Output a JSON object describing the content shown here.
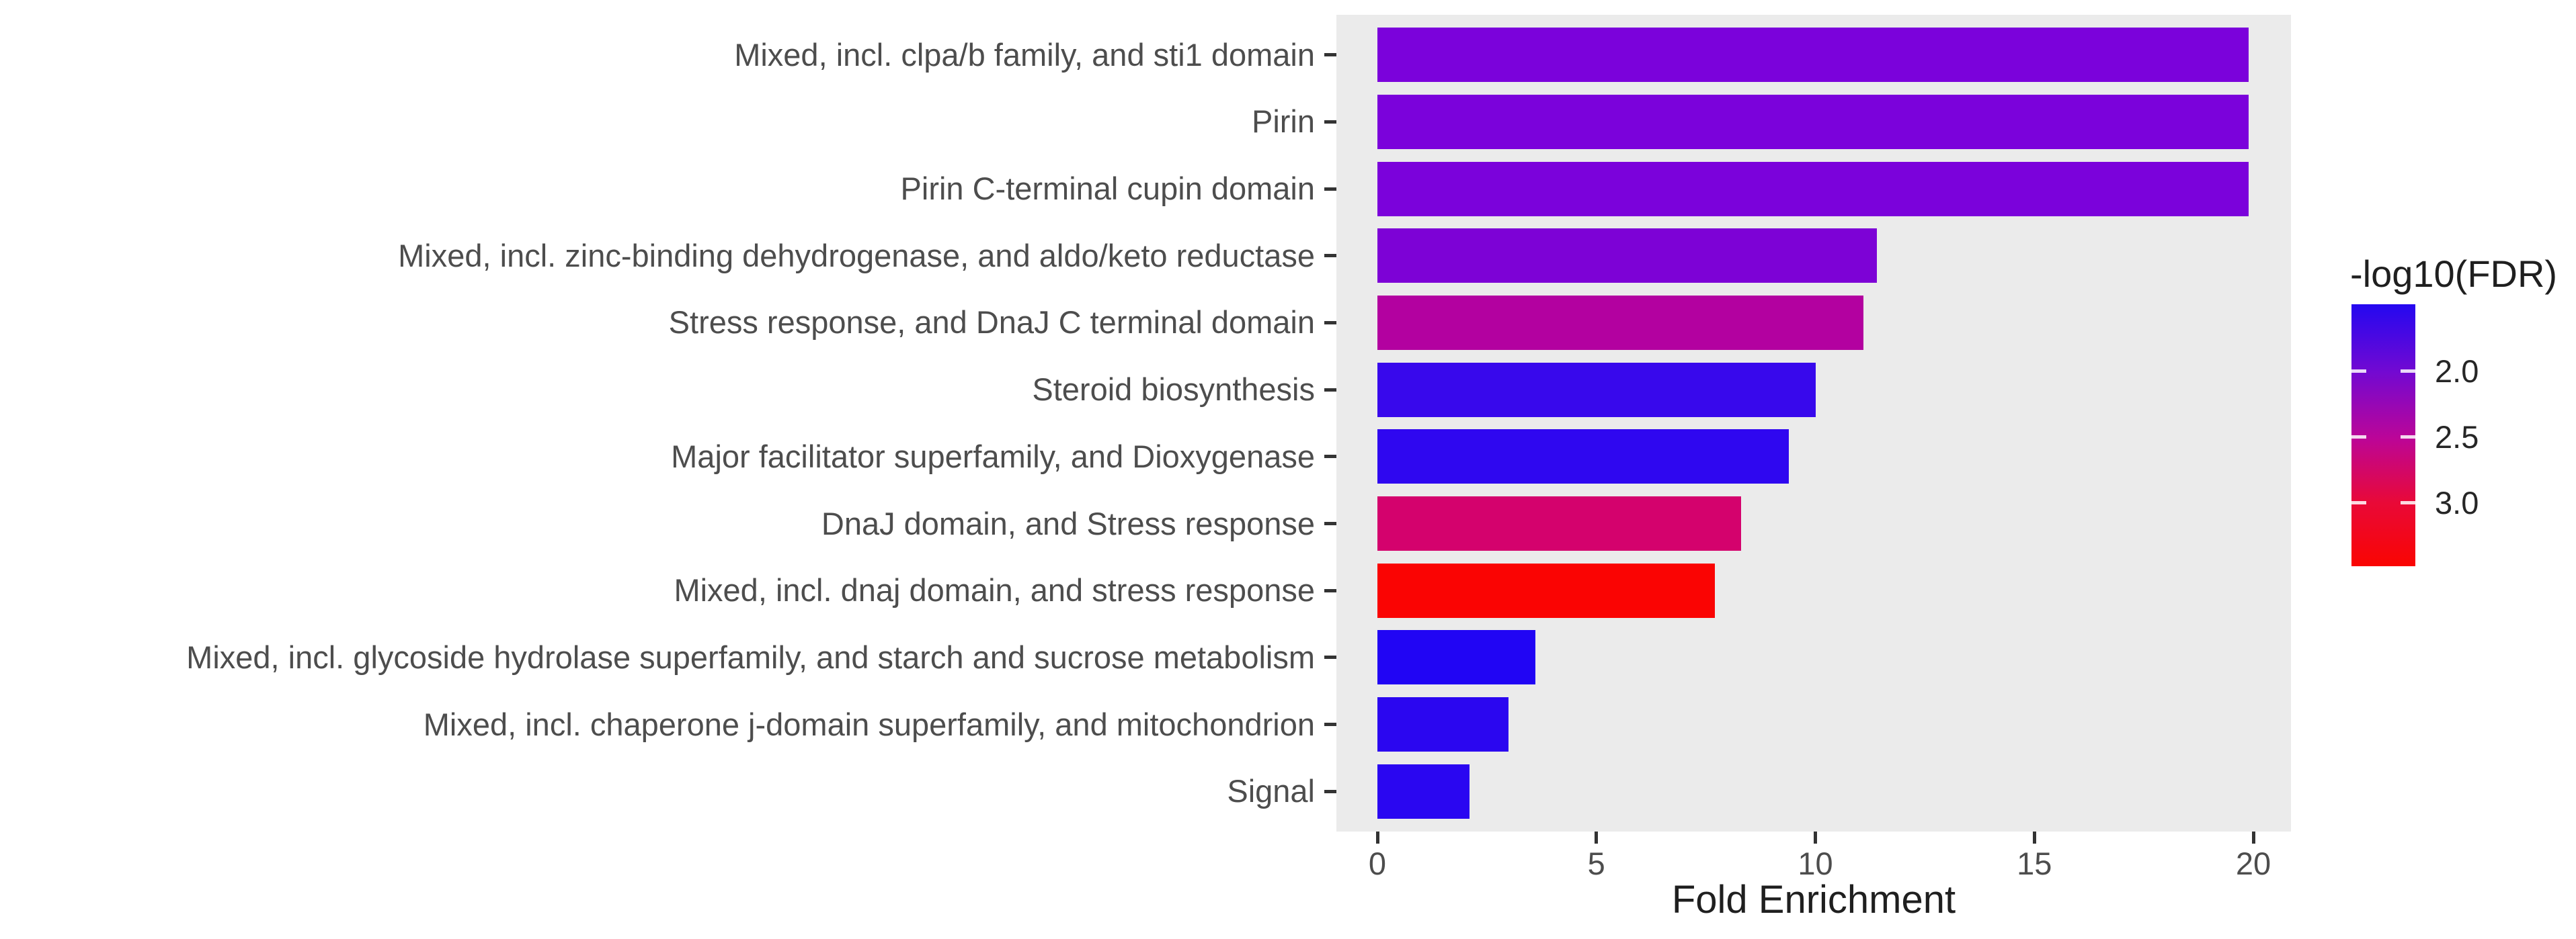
{
  "chart_data": {
    "type": "bar",
    "orientation": "horizontal",
    "title": "",
    "xlabel": "Fold Enrichment",
    "ylabel": "",
    "x_ticks": [
      0,
      5,
      10,
      15,
      20
    ],
    "xlim": [
      -0.9,
      20.9
    ],
    "grid": false,
    "panel_bg": "#EBEBEB",
    "axis_text_color": "#4d4d4d",
    "axis_title_color": "#1f1f1f",
    "tick_mark_color": "#333333",
    "categories": [
      "Mixed, incl. clpa/b family, and sti1 domain",
      "Pirin",
      "Pirin C-terminal cupin domain",
      "Mixed, incl. zinc-binding dehydrogenase, and aldo/keto reductase",
      "Stress response, and DnaJ C terminal domain",
      "Steroid biosynthesis",
      "Major facilitator superfamily, and Dioxygenase",
      "DnaJ domain, and Stress response",
      "Mixed, incl. dnaj domain, and stress response",
      "Mixed, incl. glycoside hydrolase superfamily, and starch and sucrose metabolism",
      "Mixed, incl. chaperone j-domain superfamily, and mitochondrion",
      "Signal"
    ],
    "values": [
      19.9,
      19.9,
      19.9,
      11.4,
      11.1,
      10.0,
      9.4,
      8.3,
      7.7,
      3.6,
      3.0,
      2.1
    ],
    "bar_colors": [
      "#7B02DB",
      "#7B02DB",
      "#7B02DB",
      "#7D02D6",
      "#B301A0",
      "#3808EC",
      "#2F07F0",
      "#D4026D",
      "#FA0403",
      "#2105F4",
      "#2B06F0",
      "#2A06F1"
    ],
    "legend": {
      "position": "right",
      "type": "colorbar",
      "title": "-log10(FDR)",
      "tick_labels": [
        "2.0",
        "2.5",
        "3.0"
      ],
      "tick_values": [
        2.0,
        2.5,
        3.0
      ],
      "range": [
        1.49,
        3.48
      ],
      "gradient_stops": [
        {
          "pos": 0.0,
          "color": "#2408F0"
        },
        {
          "pos": 0.256,
          "color": "#7209D2"
        },
        {
          "pos": 0.513,
          "color": "#BC0597"
        },
        {
          "pos": 0.759,
          "color": "#E90937"
        },
        {
          "pos": 1.0,
          "color": "#FA0502"
        }
      ]
    }
  }
}
